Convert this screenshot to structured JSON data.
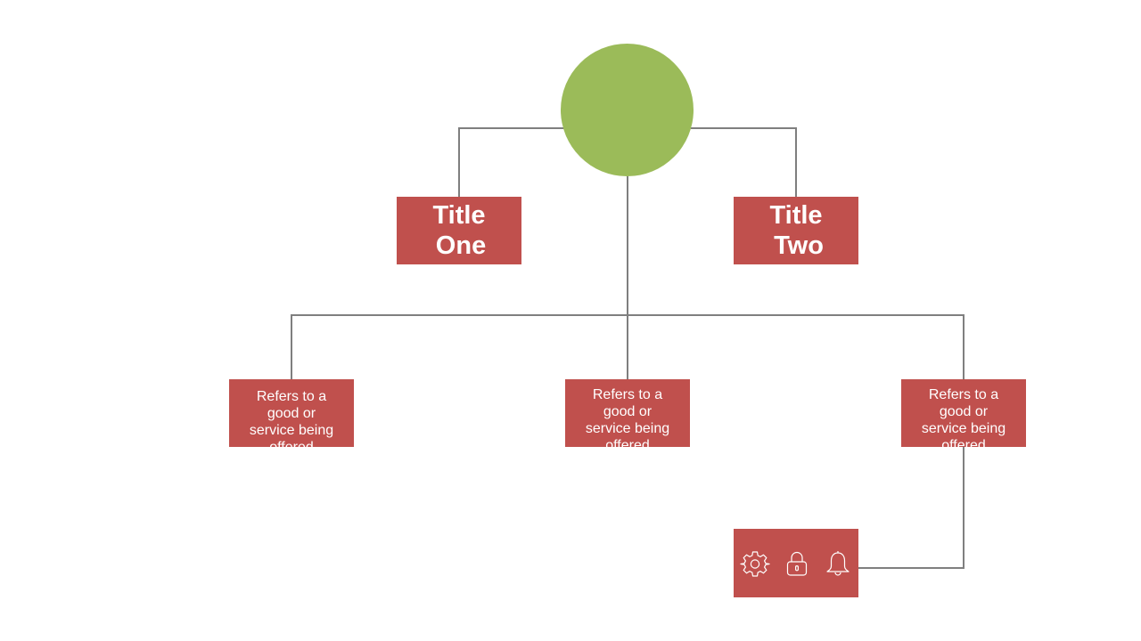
{
  "colors": {
    "hub": "#9bbb59",
    "box": "#c0504d",
    "line": "#7f7f7f",
    "text": "#ffffff"
  },
  "hub": {
    "label": ""
  },
  "titles": [
    {
      "line1": "Title",
      "line2": "One"
    },
    {
      "line1": "Title",
      "line2": "Two"
    }
  ],
  "descriptions": [
    "Refers to a good or service being offered",
    "Refers to a good or service being offered",
    "Refers to a good or service being offered"
  ],
  "icon_panel": {
    "icons": [
      "gear-icon",
      "lock-icon",
      "bell-icon"
    ]
  }
}
